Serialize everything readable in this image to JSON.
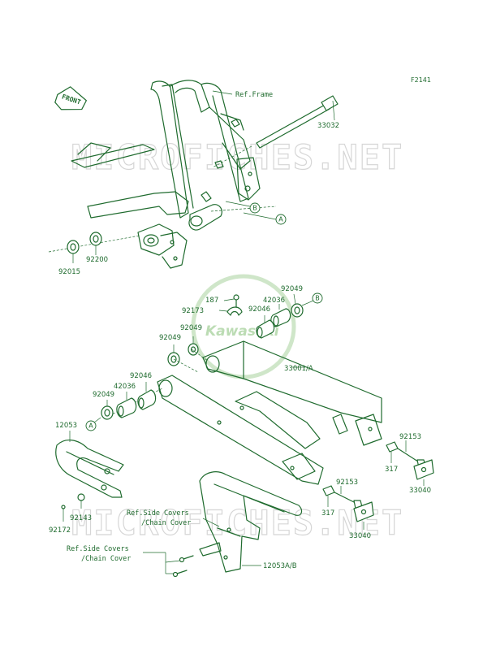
{
  "figure_id": "F2141",
  "front_label": "FRONT",
  "watermark": {
    "site_top": "MICROFICHES.NET",
    "site_bottom": "MICROFICHES.NET",
    "brand": "Kawasaki"
  },
  "references": {
    "frame": "Ref.Frame",
    "side_covers_1_line1": "Ref.Side Covers",
    "side_covers_1_line2": "/Chain Cover",
    "side_covers_2_line1": "Ref.Side Covers",
    "side_covers_2_line2": "/Chain Cover"
  },
  "callouts": {
    "a1": "A",
    "b1": "B",
    "b2": "B",
    "a2": "A"
  },
  "parts": {
    "p33032": "33032",
    "p92015": "92015",
    "p92200": "92200",
    "p187": "187",
    "p92173": "92173",
    "p92049_top": "92049",
    "p92046_top": "92046",
    "p42036_top": "42036",
    "p92049_mid1": "92049",
    "p92049_mid2": "92049",
    "p33001A": "33001/A",
    "p92046_left": "92046",
    "p42036_left": "42036",
    "p92049_left": "92049",
    "p12053": "12053",
    "p92153_a": "92153",
    "p317_a": "317",
    "p33040_a": "33040",
    "p92153_b": "92153",
    "p317_b": "317",
    "p33040_b": "33040",
    "p92143": "92143",
    "p92172": "92172",
    "p12053AB": "12053A/B"
  }
}
